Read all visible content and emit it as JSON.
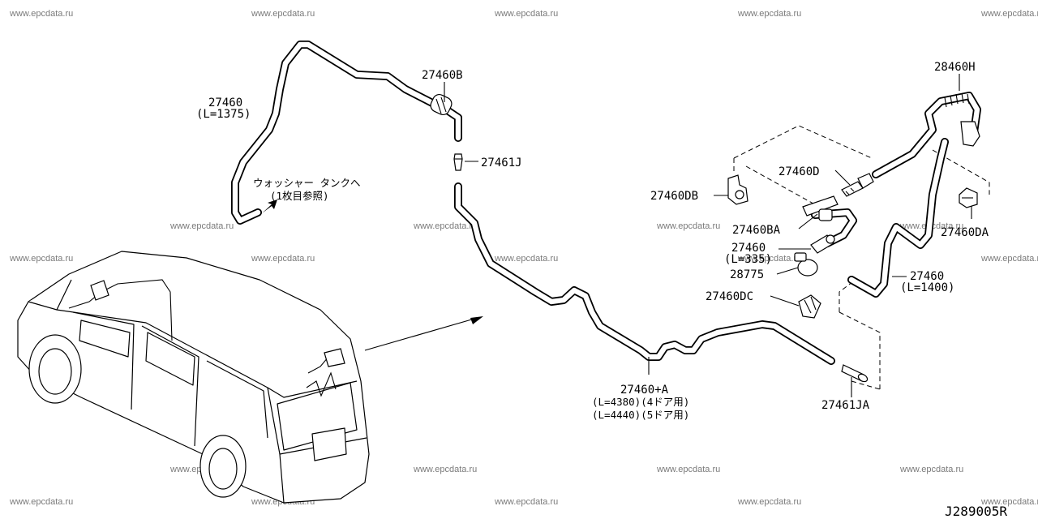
{
  "watermark": "www.epcdata.ru",
  "diagram_code": "J289005R",
  "labels": {
    "hose_top": "27460",
    "hose_top_len": "(L=1375)",
    "clip_b": "27460B",
    "joint_j": "27461J",
    "washer_tank_note": "ウォッシャー タンクへ",
    "washer_tank_ref": "(1枚目参照)",
    "hose_main": "27460+A",
    "hose_main_len4": "(L=4380)(4ドア用)",
    "hose_main_len5": "(L=4440)(5ドア用)",
    "joint_ja": "27461JA",
    "bracket_db": "27460DB",
    "connector_d": "27460D",
    "connector_ba": "27460BA",
    "hose_short": "27460",
    "hose_short_len": "(L=335)",
    "valve": "28775",
    "clip_dc": "27460DC",
    "nozzle_h": "28460H",
    "clip_da": "27460DA",
    "hose_rear": "27460",
    "hose_rear_len": "(L=1400)"
  }
}
